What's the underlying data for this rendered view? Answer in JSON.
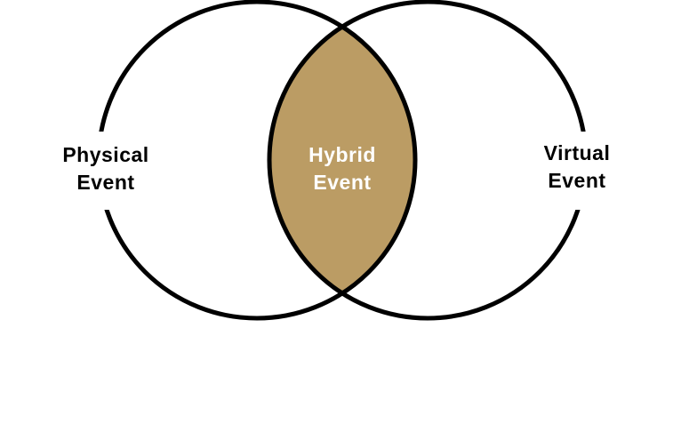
{
  "diagram": {
    "type": "venn",
    "colors": {
      "outline": "#000000",
      "intersection_fill": "#BB9C64",
      "left_label": "#000000",
      "center_label": "#ffffff",
      "right_label": "#000000",
      "background": "#ffffff"
    },
    "sets": [
      {
        "line1": "Physical",
        "line2": "Event"
      },
      {
        "line1": "Virtual",
        "line2": "Event"
      }
    ],
    "intersection": {
      "line1": "Hybrid",
      "line2": "Event"
    }
  }
}
